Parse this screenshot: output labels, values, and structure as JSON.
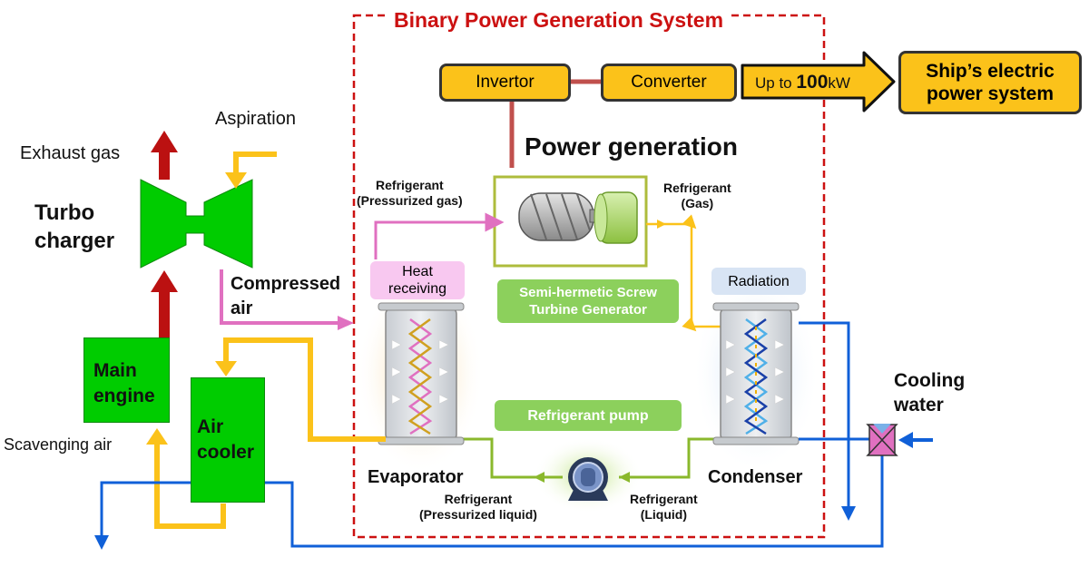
{
  "title": "Binary Power Generation System",
  "power_chain": {
    "invertor": "Invertor",
    "converter": "Converter",
    "up_to_prefix": "Up to ",
    "up_to_value": "100",
    "up_to_unit": "kW",
    "ship_line1": "Ship’s electric",
    "ship_line2": "power system"
  },
  "power_generation": "Power generation",
  "refrigerant_labels": {
    "pressurized_gas_1": "Refrigerant",
    "pressurized_gas_2": "(Pressurized gas)",
    "gas_1": "Refrigerant",
    "gas_2": "(Gas)",
    "pressurized_liquid_1": "Refrigerant",
    "pressurized_liquid_2": "(Pressurized liquid)",
    "liquid_1": "Refrigerant",
    "liquid_2": "(Liquid)"
  },
  "left_side": {
    "exhaust_gas": "Exhaust gas",
    "aspiration": "Aspiration",
    "turbo_1": "Turbo",
    "turbo_2": "charger",
    "compressed_1": "Compressed",
    "compressed_2": "air",
    "main_engine_1": "Main",
    "main_engine_2": "engine",
    "air_cooler_1": "Air",
    "air_cooler_2": "cooler",
    "scavenging_air": "Scavenging air"
  },
  "components": {
    "heat_receiving_1": "Heat",
    "heat_receiving_2": "receiving",
    "turbine_1": "Semi-hermetic Screw",
    "turbine_2": "Turbine Generator",
    "radiation": "Radiation",
    "refrigerant_pump": "Refrigerant pump",
    "evaporator": "Evaporator",
    "condenser": "Condenser"
  },
  "cooling_water_1": "Cooling",
  "cooling_water_2": "water",
  "colors": {
    "frame_red": "#cc1111",
    "exhaust_red": "#bb1111",
    "air_yellow": "#fbc21a",
    "refrigerant_pink": "#e070c0",
    "refrigerant_green": "#8ab82c",
    "water_blue": "#1060d8",
    "machine_green": "#00cc00",
    "tag_green": "#8cd05c",
    "tag_pink": "#f8c8f0",
    "tag_blue": "#d8e4f4"
  }
}
